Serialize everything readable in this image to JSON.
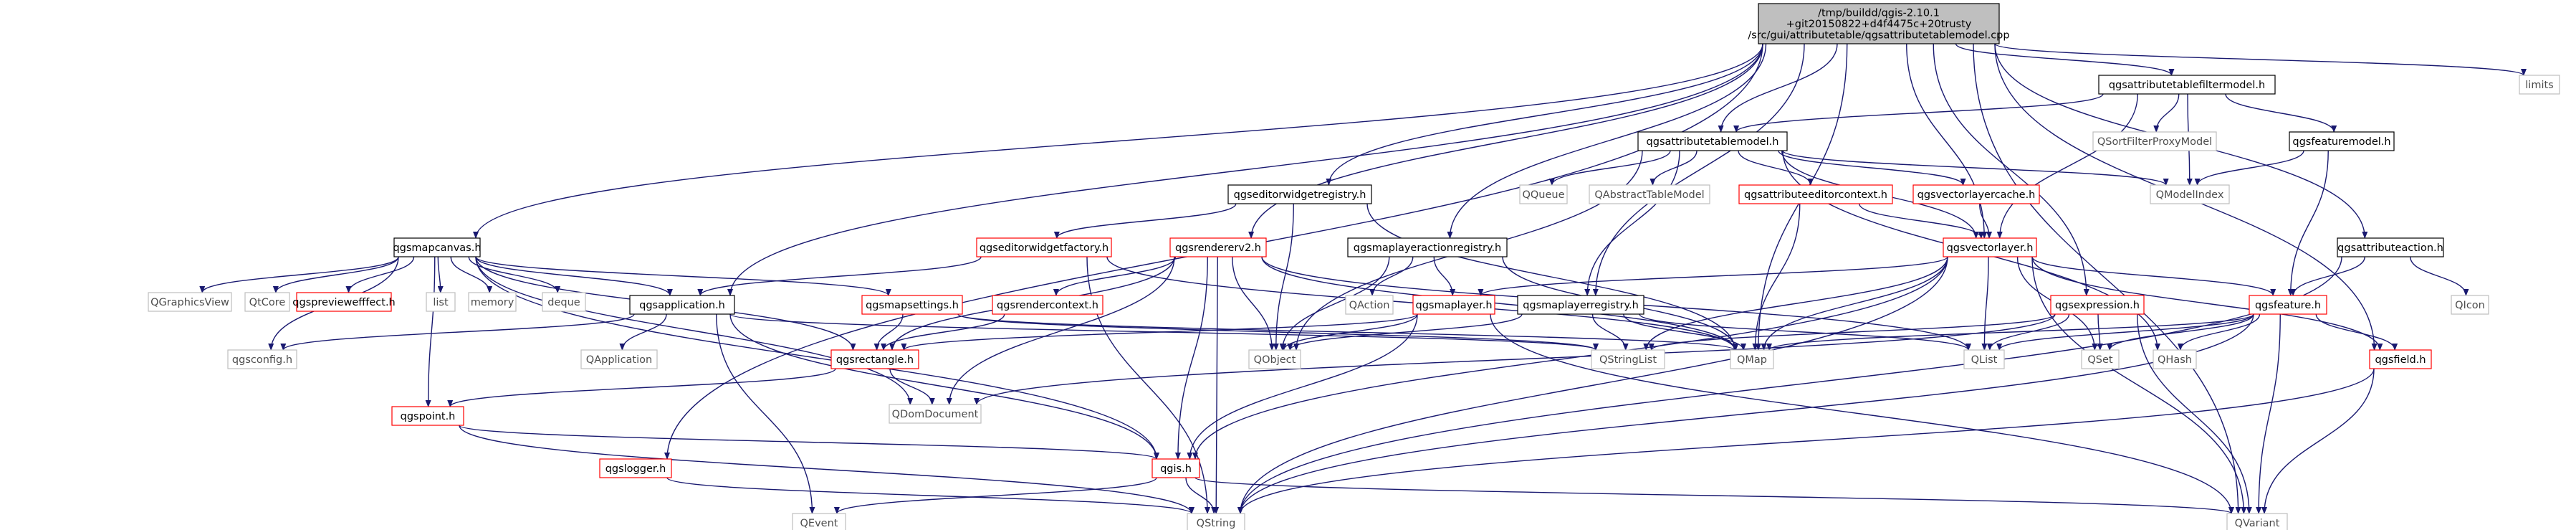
{
  "diagram": {
    "nodes": [
      {
        "id": "root",
        "lines": [
          "/tmp/buildd/qgis-2.10.1",
          "+git20150822+d4f4475c+20trusty",
          "/src/gui/attributetable/qgsattributetablemodel.cpp"
        ],
        "style": "root"
      },
      {
        "id": "filtermodel",
        "lines": [
          "qgsattributetablefiltermodel.h"
        ],
        "style": "normal"
      },
      {
        "id": "limits",
        "lines": [
          "limits"
        ],
        "style": "ext"
      },
      {
        "id": "tablemodel",
        "lines": [
          "qgsattributetablemodel.h"
        ],
        "style": "normal"
      },
      {
        "id": "sortproxy",
        "lines": [
          "QSortFilterProxyModel"
        ],
        "style": "ext"
      },
      {
        "id": "featuremodel",
        "lines": [
          "qgsfeaturemodel.h"
        ],
        "style": "normal"
      },
      {
        "id": "editorregistry",
        "lines": [
          "qgseditorwidgetregistry.h"
        ],
        "style": "normal"
      },
      {
        "id": "qqueue",
        "lines": [
          "QQueue"
        ],
        "style": "ext"
      },
      {
        "id": "qabstracttable",
        "lines": [
          "QAbstractTableModel"
        ],
        "style": "ext"
      },
      {
        "id": "attreditorctx",
        "lines": [
          "qgsattributeeditorcontext.h"
        ],
        "style": "red"
      },
      {
        "id": "vlcache",
        "lines": [
          "qgsvectorlayercache.h"
        ],
        "style": "red"
      },
      {
        "id": "qmodelindex",
        "lines": [
          "QModelIndex"
        ],
        "style": "ext"
      },
      {
        "id": "mapcanvas",
        "lines": [
          "qgsmapcanvas.h"
        ],
        "style": "normal"
      },
      {
        "id": "editorfactory",
        "lines": [
          "qgseditorwidgetfactory.h"
        ],
        "style": "red"
      },
      {
        "id": "rendererv2",
        "lines": [
          "qgsrendererv2.h"
        ],
        "style": "red"
      },
      {
        "id": "actionregistry",
        "lines": [
          "qgsmaplayeractionregistry.h"
        ],
        "style": "normal"
      },
      {
        "id": "vectorlayer",
        "lines": [
          "qgsvectorlayer.h"
        ],
        "style": "red"
      },
      {
        "id": "attraction",
        "lines": [
          "qgsattributeaction.h"
        ],
        "style": "normal"
      },
      {
        "id": "qgraphicsview",
        "lines": [
          "QGraphicsView"
        ],
        "style": "ext"
      },
      {
        "id": "qtcore",
        "lines": [
          "QtCore"
        ],
        "style": "ext"
      },
      {
        "id": "previeweffect",
        "lines": [
          "qgspreviewefffect.h"
        ],
        "style": "red"
      },
      {
        "id": "list",
        "lines": [
          "list"
        ],
        "style": "ext"
      },
      {
        "id": "memory",
        "lines": [
          "memory"
        ],
        "style": "ext"
      },
      {
        "id": "deque",
        "lines": [
          "deque"
        ],
        "style": "ext"
      },
      {
        "id": "qgsapplication",
        "lines": [
          "qgsapplication.h"
        ],
        "style": "normal"
      },
      {
        "id": "mapsettings",
        "lines": [
          "qgsmapsettings.h"
        ],
        "style": "red"
      },
      {
        "id": "renderctx",
        "lines": [
          "qgsrendercontext.h"
        ],
        "style": "red"
      },
      {
        "id": "qaction",
        "lines": [
          "QAction"
        ],
        "style": "ext"
      },
      {
        "id": "maplayer",
        "lines": [
          "qgsmaplayer.h"
        ],
        "style": "red"
      },
      {
        "id": "layerregistry",
        "lines": [
          "qgsmaplayerregistry.h"
        ],
        "style": "normal"
      },
      {
        "id": "expression",
        "lines": [
          "qgsexpression.h"
        ],
        "style": "red"
      },
      {
        "id": "feature",
        "lines": [
          "qgsfeature.h"
        ],
        "style": "red"
      },
      {
        "id": "qicon",
        "lines": [
          "QIcon"
        ],
        "style": "ext"
      },
      {
        "id": "qgsconfig",
        "lines": [
          "qgsconfig.h"
        ],
        "style": "ext"
      },
      {
        "id": "qapplication",
        "lines": [
          "QApplication"
        ],
        "style": "ext"
      },
      {
        "id": "rectangle",
        "lines": [
          "qgsrectangle.h"
        ],
        "style": "red"
      },
      {
        "id": "qobject",
        "lines": [
          "QObject"
        ],
        "style": "ext"
      },
      {
        "id": "qstringlist",
        "lines": [
          "QStringList"
        ],
        "style": "ext"
      },
      {
        "id": "qmap",
        "lines": [
          "QMap"
        ],
        "style": "ext"
      },
      {
        "id": "qlist",
        "lines": [
          "QList"
        ],
        "style": "ext"
      },
      {
        "id": "qset",
        "lines": [
          "QSet"
        ],
        "style": "ext"
      },
      {
        "id": "qhash",
        "lines": [
          "QHash"
        ],
        "style": "ext"
      },
      {
        "id": "field",
        "lines": [
          "qgsfield.h"
        ],
        "style": "red"
      },
      {
        "id": "qdomdocument",
        "lines": [
          "QDomDocument"
        ],
        "style": "ext"
      },
      {
        "id": "point",
        "lines": [
          "qgspoint.h"
        ],
        "style": "red"
      },
      {
        "id": "logger",
        "lines": [
          "qgslogger.h"
        ],
        "style": "red"
      },
      {
        "id": "qgis",
        "lines": [
          "qgis.h"
        ],
        "style": "red"
      },
      {
        "id": "qevent",
        "lines": [
          "QEvent"
        ],
        "style": "ext"
      },
      {
        "id": "qstring",
        "lines": [
          "QString"
        ],
        "style": "ext"
      },
      {
        "id": "qvariant",
        "lines": [
          "QVariant"
        ],
        "style": "ext"
      }
    ],
    "edges": [
      [
        "root",
        "filtermodel"
      ],
      [
        "root",
        "limits"
      ],
      [
        "root",
        "tablemodel"
      ],
      [
        "root",
        "editorregistry"
      ],
      [
        "root",
        "mapcanvas"
      ],
      [
        "root",
        "rendererv2"
      ],
      [
        "root",
        "actionregistry"
      ],
      [
        "root",
        "vectorlayer"
      ],
      [
        "root",
        "attraction"
      ],
      [
        "root",
        "qgsapplication"
      ],
      [
        "root",
        "expression"
      ],
      [
        "root",
        "layerregistry"
      ],
      [
        "root",
        "field"
      ],
      [
        "root",
        "qmap"
      ],
      [
        "root",
        "logger"
      ],
      [
        "root",
        "qvariant"
      ],
      [
        "filtermodel",
        "tablemodel"
      ],
      [
        "filtermodel",
        "sortproxy"
      ],
      [
        "filtermodel",
        "featuremodel"
      ],
      [
        "filtermodel",
        "qmodelindex"
      ],
      [
        "filtermodel",
        "vectorlayer"
      ],
      [
        "featuremodel",
        "qmodelindex"
      ],
      [
        "featuremodel",
        "feature"
      ],
      [
        "tablemodel",
        "qqueue"
      ],
      [
        "tablemodel",
        "qabstracttable"
      ],
      [
        "tablemodel",
        "attreditorctx"
      ],
      [
        "tablemodel",
        "vlcache"
      ],
      [
        "tablemodel",
        "qmodelindex"
      ],
      [
        "tablemodel",
        "vectorlayer"
      ],
      [
        "tablemodel",
        "qobject"
      ],
      [
        "tablemodel",
        "qhash"
      ],
      [
        "tablemodel",
        "layerregistry"
      ],
      [
        "attreditorctx",
        "vectorlayer"
      ],
      [
        "attreditorctx",
        "qmap"
      ],
      [
        "vlcache",
        "vectorlayer"
      ],
      [
        "editorregistry",
        "editorfactory"
      ],
      [
        "editorregistry",
        "qobject"
      ],
      [
        "editorregistry",
        "qmap"
      ],
      [
        "editorfactory",
        "qgsapplication"
      ],
      [
        "editorfactory",
        "qmap"
      ],
      [
        "editorfactory",
        "qstring"
      ],
      [
        "mapcanvas",
        "qgraphicsview"
      ],
      [
        "mapcanvas",
        "qtcore"
      ],
      [
        "mapcanvas",
        "previeweffect"
      ],
      [
        "mapcanvas",
        "list"
      ],
      [
        "mapcanvas",
        "memory"
      ],
      [
        "mapcanvas",
        "deque"
      ],
      [
        "mapcanvas",
        "qgsapplication"
      ],
      [
        "mapcanvas",
        "mapsettings"
      ],
      [
        "mapcanvas",
        "rectangle"
      ],
      [
        "mapcanvas",
        "point"
      ],
      [
        "mapcanvas",
        "qdomdocument"
      ],
      [
        "mapcanvas",
        "qgis"
      ],
      [
        "mapcanvas",
        "qgsconfig"
      ],
      [
        "rendererv2",
        "qgis"
      ],
      [
        "rendererv2",
        "rectangle"
      ],
      [
        "rendererv2",
        "renderctx"
      ],
      [
        "rendererv2",
        "qlist"
      ],
      [
        "rendererv2",
        "qstring"
      ],
      [
        "rendererv2",
        "qdomdocument"
      ],
      [
        "rendererv2",
        "qmap"
      ],
      [
        "rendererv2",
        "qobject"
      ],
      [
        "actionregistry",
        "qaction"
      ],
      [
        "actionregistry",
        "maplayer"
      ],
      [
        "actionregistry",
        "qobject"
      ],
      [
        "actionregistry",
        "qmap"
      ],
      [
        "vectorlayer",
        "maplayer"
      ],
      [
        "vectorlayer",
        "qset"
      ],
      [
        "vectorlayer",
        "qlist"
      ],
      [
        "vectorlayer",
        "qmap"
      ],
      [
        "vectorlayer",
        "qstringlist"
      ],
      [
        "vectorlayer",
        "feature"
      ],
      [
        "vectorlayer",
        "field"
      ],
      [
        "vectorlayer",
        "qgis"
      ],
      [
        "vectorlayer",
        "qstring"
      ],
      [
        "vectorlayer",
        "qvariant"
      ],
      [
        "attraction",
        "feature"
      ],
      [
        "attraction",
        "qicon"
      ],
      [
        "attraction",
        "qstring"
      ],
      [
        "qgsapplication",
        "qgsconfig"
      ],
      [
        "qgsapplication",
        "qapplication"
      ],
      [
        "qgsapplication",
        "qstringlist"
      ],
      [
        "qgsapplication",
        "qevent"
      ],
      [
        "qgsapplication",
        "qgis"
      ],
      [
        "mapsettings",
        "rectangle"
      ],
      [
        "mapsettings",
        "qstringlist"
      ],
      [
        "mapsettings",
        "qmap"
      ],
      [
        "renderctx",
        "rectangle"
      ],
      [
        "maplayer",
        "rectangle"
      ],
      [
        "maplayer",
        "qobject"
      ],
      [
        "maplayer",
        "qgis"
      ],
      [
        "maplayer",
        "qvariant"
      ],
      [
        "layerregistry",
        "qobject"
      ],
      [
        "layerregistry",
        "qstringlist"
      ],
      [
        "layerregistry",
        "qmap"
      ],
      [
        "layerregistry",
        "qlist"
      ],
      [
        "expression",
        "qstringlist"
      ],
      [
        "expression",
        "qlist"
      ],
      [
        "expression",
        "qvariant"
      ],
      [
        "expression",
        "qdomdocument"
      ],
      [
        "expression",
        "qset"
      ],
      [
        "feature",
        "qlist"
      ],
      [
        "feature",
        "qset"
      ],
      [
        "feature",
        "qhash"
      ],
      [
        "feature",
        "field"
      ],
      [
        "feature",
        "qmap"
      ],
      [
        "feature",
        "qvariant"
      ],
      [
        "feature",
        "qstring"
      ],
      [
        "field",
        "qstring"
      ],
      [
        "field",
        "qvariant"
      ],
      [
        "rectangle",
        "point"
      ],
      [
        "rectangle",
        "qdomdocument"
      ],
      [
        "point",
        "qgis"
      ],
      [
        "point",
        "qstring"
      ],
      [
        "logger",
        "qstring"
      ],
      [
        "qgis",
        "qevent"
      ],
      [
        "qgis",
        "qstring"
      ],
      [
        "qgis",
        "qvariant"
      ]
    ]
  }
}
